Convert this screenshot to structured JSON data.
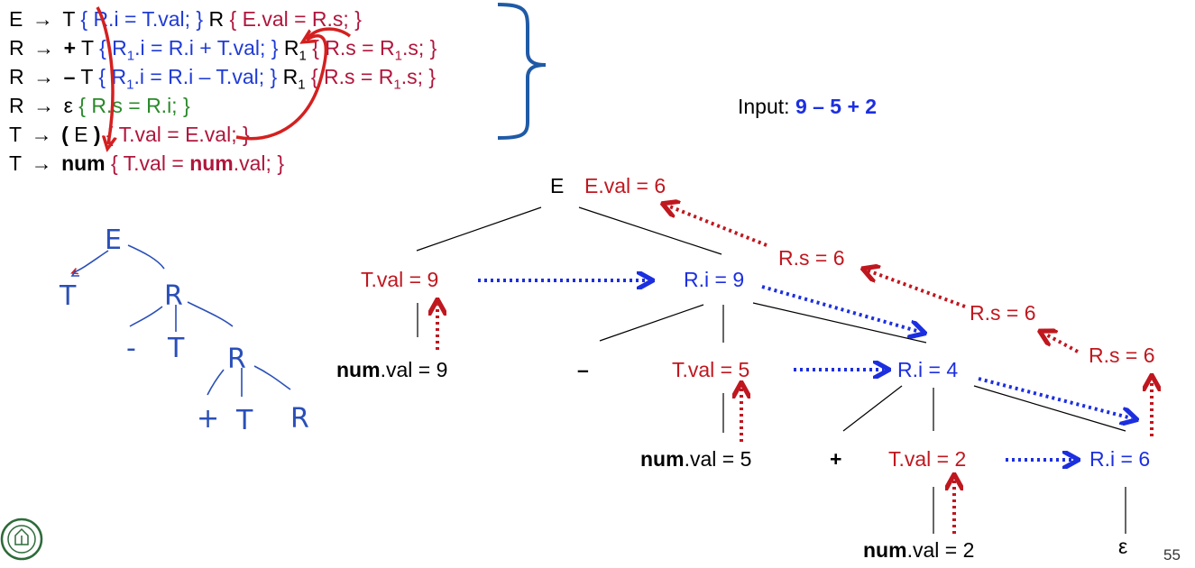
{
  "grammar": [
    {
      "head": "E",
      "arrow": "→",
      "parts": [
        {
          "t": "T",
          "c": "k0"
        },
        {
          "t": " { R.i = T.val; } ",
          "c": "b"
        },
        {
          "t": "R",
          "c": "k0"
        },
        {
          "t": " { E.val = R.s; }",
          "c": "r"
        }
      ]
    },
    {
      "head": "R",
      "arrow": "→",
      "parts": [
        {
          "t": "+",
          "c": "kb"
        },
        {
          "t": " T ",
          "c": "k0"
        },
        {
          "t": "{ R",
          "c": "b"
        },
        {
          "t": "1",
          "c": "bsub"
        },
        {
          "t": ".i = R.i + T.val; } ",
          "c": "b"
        },
        {
          "t": "R",
          "c": "k0"
        },
        {
          "t": "1",
          "c": "sub"
        },
        {
          "t": "  { R.s = R",
          "c": "r"
        },
        {
          "t": "1",
          "c": "rsub"
        },
        {
          "t": ".s; }",
          "c": "r"
        }
      ]
    },
    {
      "head": "R",
      "arrow": "→",
      "parts": [
        {
          "t": "–",
          "c": "kb"
        },
        {
          "t": " T ",
          "c": "k0"
        },
        {
          "t": "{ R",
          "c": "b"
        },
        {
          "t": "1",
          "c": "bsub"
        },
        {
          "t": ".i = R.i – T.val; } ",
          "c": "b"
        },
        {
          "t": "R",
          "c": "k0"
        },
        {
          "t": "1",
          "c": "sub"
        },
        {
          "t": "  { R.s = R",
          "c": "r"
        },
        {
          "t": "1",
          "c": "rsub"
        },
        {
          "t": ".s; }",
          "c": "r"
        }
      ]
    },
    {
      "head": "R",
      "arrow": "→",
      "parts": [
        {
          "t": "ε",
          "c": "k0"
        },
        {
          "t": " { R.s = R.i; }",
          "c": "g"
        }
      ]
    },
    {
      "head": "T",
      "arrow": "→",
      "parts": [
        {
          "t": "(",
          "c": "kb"
        },
        {
          "t": " E ",
          "c": "k0"
        },
        {
          "t": ")",
          "c": "kb"
        },
        {
          "t": "  { T.val = E.val; }",
          "c": "r"
        }
      ]
    },
    {
      "head": "T",
      "arrow": "→",
      "parts": [
        {
          "t": "num",
          "c": "kb"
        },
        {
          "t": "  { T.val = ",
          "c": "r"
        },
        {
          "t": "num",
          "c": "rb"
        },
        {
          "t": ".val; }",
          "c": "r"
        }
      ]
    }
  ],
  "input": {
    "label": "Input: ",
    "expression": "9 – 5 + 2"
  },
  "tree": {
    "root": "E",
    "e_val": "E.val = 6",
    "tval9": "T.val = 9",
    "ri9": "R.i = 9",
    "rs6_a": "R.s = 6",
    "rs6_b": "R.s = 6",
    "rs6_c": "R.s = 6",
    "num9_kw": "num",
    "num9_rest": ".val = 9",
    "minus": "–",
    "tval5": "T.val = 5",
    "ri4": "R.i = 4",
    "num5_kw": "num",
    "num5_rest": ".val = 5",
    "plus": "+",
    "tval2": "T.val = 2",
    "ri6": "R.i = 6",
    "num2_kw": "num",
    "num2_rest": ".val = 2",
    "epsilon": "ε"
  },
  "sketch": {
    "E": "E",
    "T": "T",
    "R": "R",
    "minus": "-",
    "plus": "+"
  },
  "page_number": "55",
  "colors": {
    "inherited": "#1c2fe0",
    "synthesized": "#c0171f",
    "rule_green": "#2a8a2a",
    "brace": "#1f5aa6",
    "hand_red": "#d42020"
  }
}
